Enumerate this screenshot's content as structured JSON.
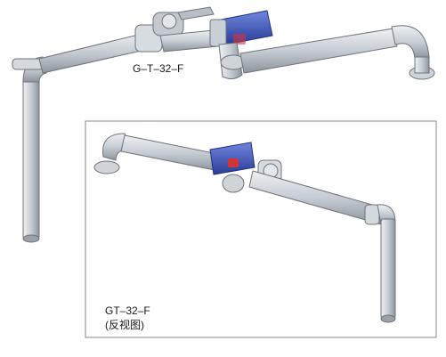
{
  "labels": {
    "top_model": "G–T–32–F",
    "bottom_model": "GT–32–F",
    "bottom_view": "(反视图)"
  },
  "colors": {
    "pipe_fill": "#c9cfd6",
    "pipe_stroke": "#6c737b",
    "motor_blue": "#3f55b5",
    "frame_border": "#8a8a8a",
    "accent_red": "#d2343c"
  }
}
